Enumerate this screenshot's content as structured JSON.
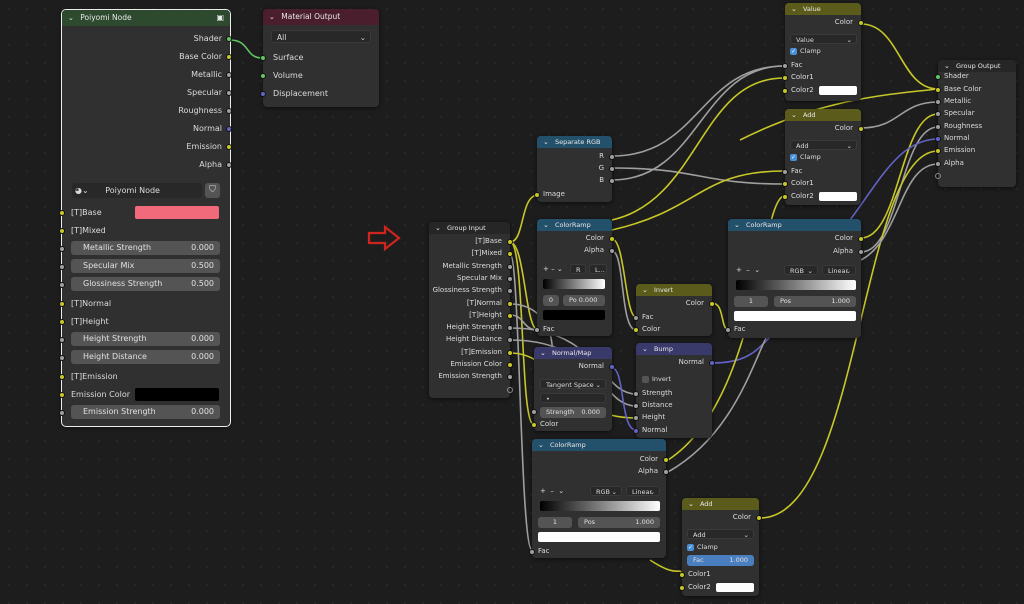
{
  "poiyomi": {
    "title": "Poiyomi Node",
    "outputs": [
      "Shader",
      "Base Color",
      "Metallic",
      "Specular",
      "Roughness",
      "Normal",
      "Emission",
      "Alpha"
    ],
    "group_selector": "Poiyomi Node",
    "base_label": "[T]Base",
    "base_color": "#f06a7c",
    "mixed_label": "[T]Mixed",
    "metallic_strength": {
      "label": "Metallic Strength",
      "value": "0.000"
    },
    "specular_mix": {
      "label": "Specular Mix",
      "value": "0.500"
    },
    "glossiness_strength": {
      "label": "Glossiness  Strength",
      "value": "0.500"
    },
    "normal_label": "[T]Normal",
    "height_label": "[T]Height",
    "height_strength": {
      "label": "Height Strength",
      "value": "0.000"
    },
    "height_distance": {
      "label": "Height Distance",
      "value": "0.000"
    },
    "emission_label": "[T]Emission",
    "emission_color_label": "Emission Color",
    "emission_color": "#000000",
    "emission_strength": {
      "label": "Emission Strength",
      "value": "0.000"
    }
  },
  "material_output": {
    "title": "Material Output",
    "target": "All",
    "inputs": [
      "Surface",
      "Volume",
      "Displacement"
    ]
  },
  "arrow_color": "#d0241f",
  "group_input": {
    "title": "Group Input",
    "outputs": [
      "[T]Base",
      "[T]Mixed",
      "Metallic Strength",
      "Specular Mix",
      "Glossiness  Strength",
      "[T]Normal",
      "[T]Height",
      "Height Strength",
      "Height Distance",
      "[T]Emission",
      "Emission Color",
      "Emission Strength"
    ]
  },
  "separate_rgb": {
    "title": "Separate RGB",
    "outputs": [
      "R",
      "G",
      "B"
    ],
    "input": "Image"
  },
  "colorramp1": {
    "title": "ColorRamp",
    "outputs": [
      "Color",
      "Alpha"
    ],
    "mode": "R",
    "interp": "L...",
    "index": "0",
    "pos": "Po 0.000",
    "input": "Fac"
  },
  "invert": {
    "title": "Invert",
    "output": "Color",
    "inputs": [
      "Fac",
      "Color"
    ]
  },
  "normal_map": {
    "title": "Normal/Map",
    "output": "Normal",
    "space": "Tangent Space",
    "uv": "•",
    "strength_label": "Strength",
    "strength_value": "0.000",
    "input": "Color"
  },
  "bump": {
    "title": "Bump",
    "output": "Normal",
    "invert": "Invert",
    "inputs": [
      "Strength",
      "Distance",
      "Height",
      "Normal"
    ]
  },
  "colorramp2": {
    "title": "ColorRamp",
    "outputs": [
      "Color",
      "Alpha"
    ],
    "mode": "RGB",
    "interp": "Linear",
    "index": "1",
    "pos_label": "Pos",
    "pos_value": "1.000",
    "input": "Fac"
  },
  "colorramp3": {
    "title": "ColorRamp",
    "outputs": [
      "Color",
      "Alpha"
    ],
    "mode": "RGB",
    "interp": "Linear",
    "index": "1",
    "pos_label": "Pos",
    "pos_value": "1.000",
    "input": "Fac"
  },
  "value_node": {
    "title": "Value",
    "output": "Color",
    "op": "Value",
    "clamp": "Clamp",
    "inputs": [
      "Fac",
      "Color1",
      "Color2"
    ]
  },
  "add_top": {
    "title": "Add",
    "output": "Color",
    "op": "Add",
    "clamp": "Clamp",
    "inputs": [
      "Fac",
      "Color1",
      "Color2"
    ]
  },
  "add_bottom": {
    "title": "Add",
    "output": "Color",
    "op": "Add",
    "clamp": "Clamp",
    "fac_label": "Fac",
    "fac_value": "1.000",
    "inputs": [
      "Color1",
      "Color2"
    ]
  },
  "group_output": {
    "title": "Group Output",
    "inputs": [
      "Shader",
      "Base Color",
      "Metallic",
      "Specular",
      "Roughness",
      "Normal",
      "Emission",
      "Alpha"
    ]
  }
}
